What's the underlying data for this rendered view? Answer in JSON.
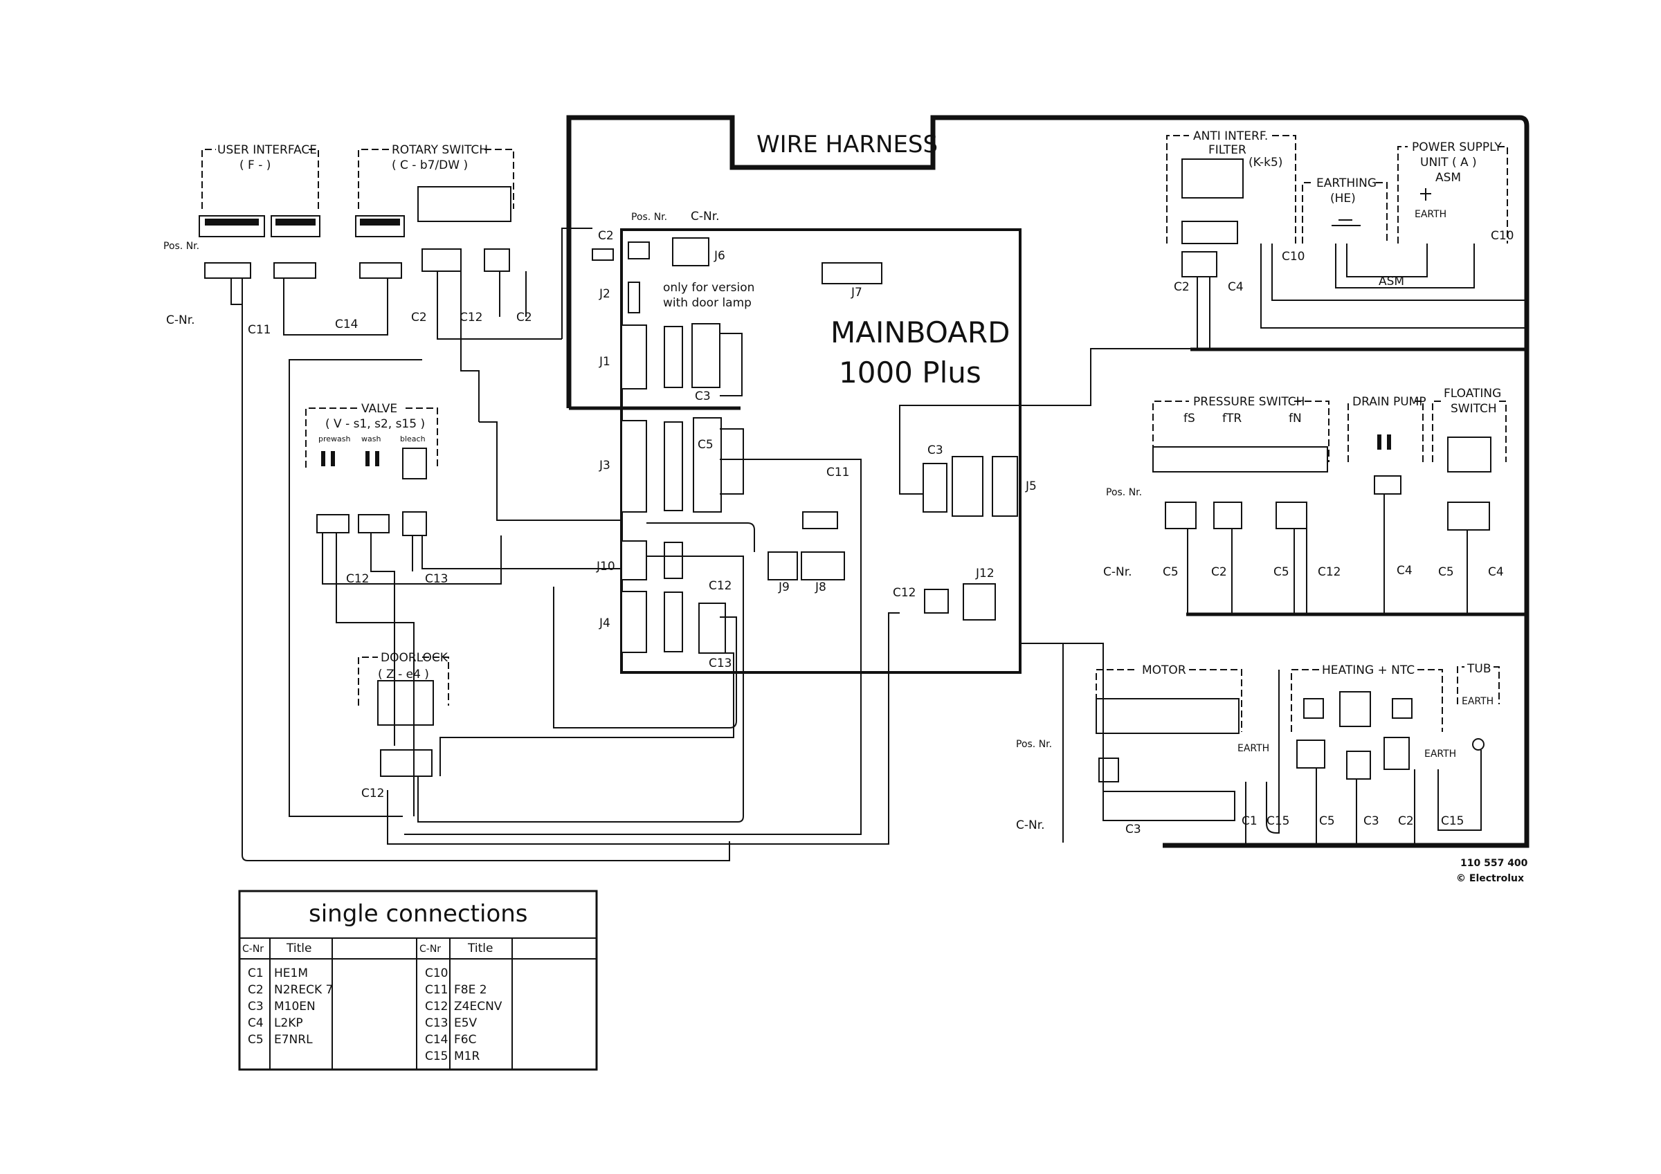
{
  "harness": {
    "title": "WIRE HARNESS"
  },
  "mainboard": {
    "line1": "MAINBOARD",
    "line2": "1000 Plus",
    "door_note_1": "only for version",
    "door_note_2": "with door lamp"
  },
  "labels": {
    "pos_nr": "Pos. Nr.",
    "c_nr": "C-Nr.",
    "doc_number": "110 557 400",
    "copyright": "© Electrolux"
  },
  "connectors": {
    "J1": "J1",
    "J2": "J2",
    "J3": "J3",
    "J4": "J4",
    "J5": "J5",
    "J6": "J6",
    "J7": "J7",
    "J8": "J8",
    "J9": "J9",
    "J10": "J10",
    "J12": "J12"
  },
  "components": {
    "user_interface": {
      "title": "USER INTERFACE",
      "sub": "( F - )"
    },
    "rotary_switch": {
      "title": "ROTARY SWITCH",
      "sub": "( C - b7/DW )"
    },
    "valve": {
      "title": "VALVE",
      "sub": "( V - s1, s2, s15 )",
      "prewash": "prewash",
      "wash": "wash",
      "bleach": "bleach"
    },
    "doorlock": {
      "title": "DOORLOCK",
      "sub": "( Z - e4 )"
    },
    "anti_interf": {
      "title": "ANTI INTERF.",
      "sub": "FILTER",
      "code": "(K-k5)"
    },
    "earthing": {
      "title": "EARTHING",
      "sub": "(HE)"
    },
    "power_supply": {
      "title": "POWER SUPPLY",
      "sub": "UNIT ( A )",
      "sub2": "ASM"
    },
    "pressure_switch": {
      "title": "PRESSURE SWITCH",
      "fs": "fS",
      "ftr": "fTR",
      "fn": "fN"
    },
    "drain_pump": {
      "title": "DRAIN PUMP"
    },
    "floating_switch": {
      "title": "FLOATING",
      "sub": "SWITCH"
    },
    "motor": {
      "title": "MOTOR"
    },
    "heating": {
      "title": "HEATING + NTC"
    },
    "tub": {
      "title": "TUB"
    }
  },
  "cnr_labels": {
    "c11": "C11",
    "c14": "C14",
    "c2a": "C2",
    "c12a": "C12",
    "c2b": "C2",
    "c2top": "C2",
    "c3a": "C3",
    "c5": "C5",
    "c12b": "C12",
    "c13a": "C13",
    "c3b": "C3",
    "c12c": "C12",
    "c13b": "C13",
    "c11b": "C11",
    "c12d": "C12",
    "c12e": "C12",
    "c10a": "C10",
    "c10b": "C10",
    "c2c": "C2",
    "c4a": "C4",
    "ps_c5": "C5",
    "ps_c2": "C2",
    "ps_c5b": "C5",
    "ps_c12": "C12",
    "dp_c4": "C4",
    "fs_c5": "C5",
    "fs_c4": "C4",
    "m_c3": "C3",
    "m_c1": "C1",
    "m_c15": "C15",
    "h_c5": "C5",
    "h_c3": "C3",
    "h_c2": "C2",
    "t_c15": "C15",
    "asm": "ASM",
    "earth1": "EARTH",
    "earth2": "EARTH",
    "earth3": "EARTH",
    "earth4": "EARTH"
  },
  "single_connections": {
    "title": "single connections",
    "col_cnr": "C-Nr",
    "col_title": "Title",
    "left": [
      {
        "c": "C1",
        "t": "HE1M"
      },
      {
        "c": "C2",
        "t": "N2RECK 7"
      },
      {
        "c": "C3",
        "t": "M10EN"
      },
      {
        "c": "C4",
        "t": "L2KP"
      },
      {
        "c": "C5",
        "t": "E7NRL"
      }
    ],
    "right": [
      {
        "c": "C10",
        "t": ""
      },
      {
        "c": "C11",
        "t": "F8E 2"
      },
      {
        "c": "C12",
        "t": "Z4ECNV"
      },
      {
        "c": "C13",
        "t": "E5V"
      },
      {
        "c": "C14",
        "t": "F6C"
      },
      {
        "c": "C15",
        "t": "M1R"
      }
    ]
  }
}
